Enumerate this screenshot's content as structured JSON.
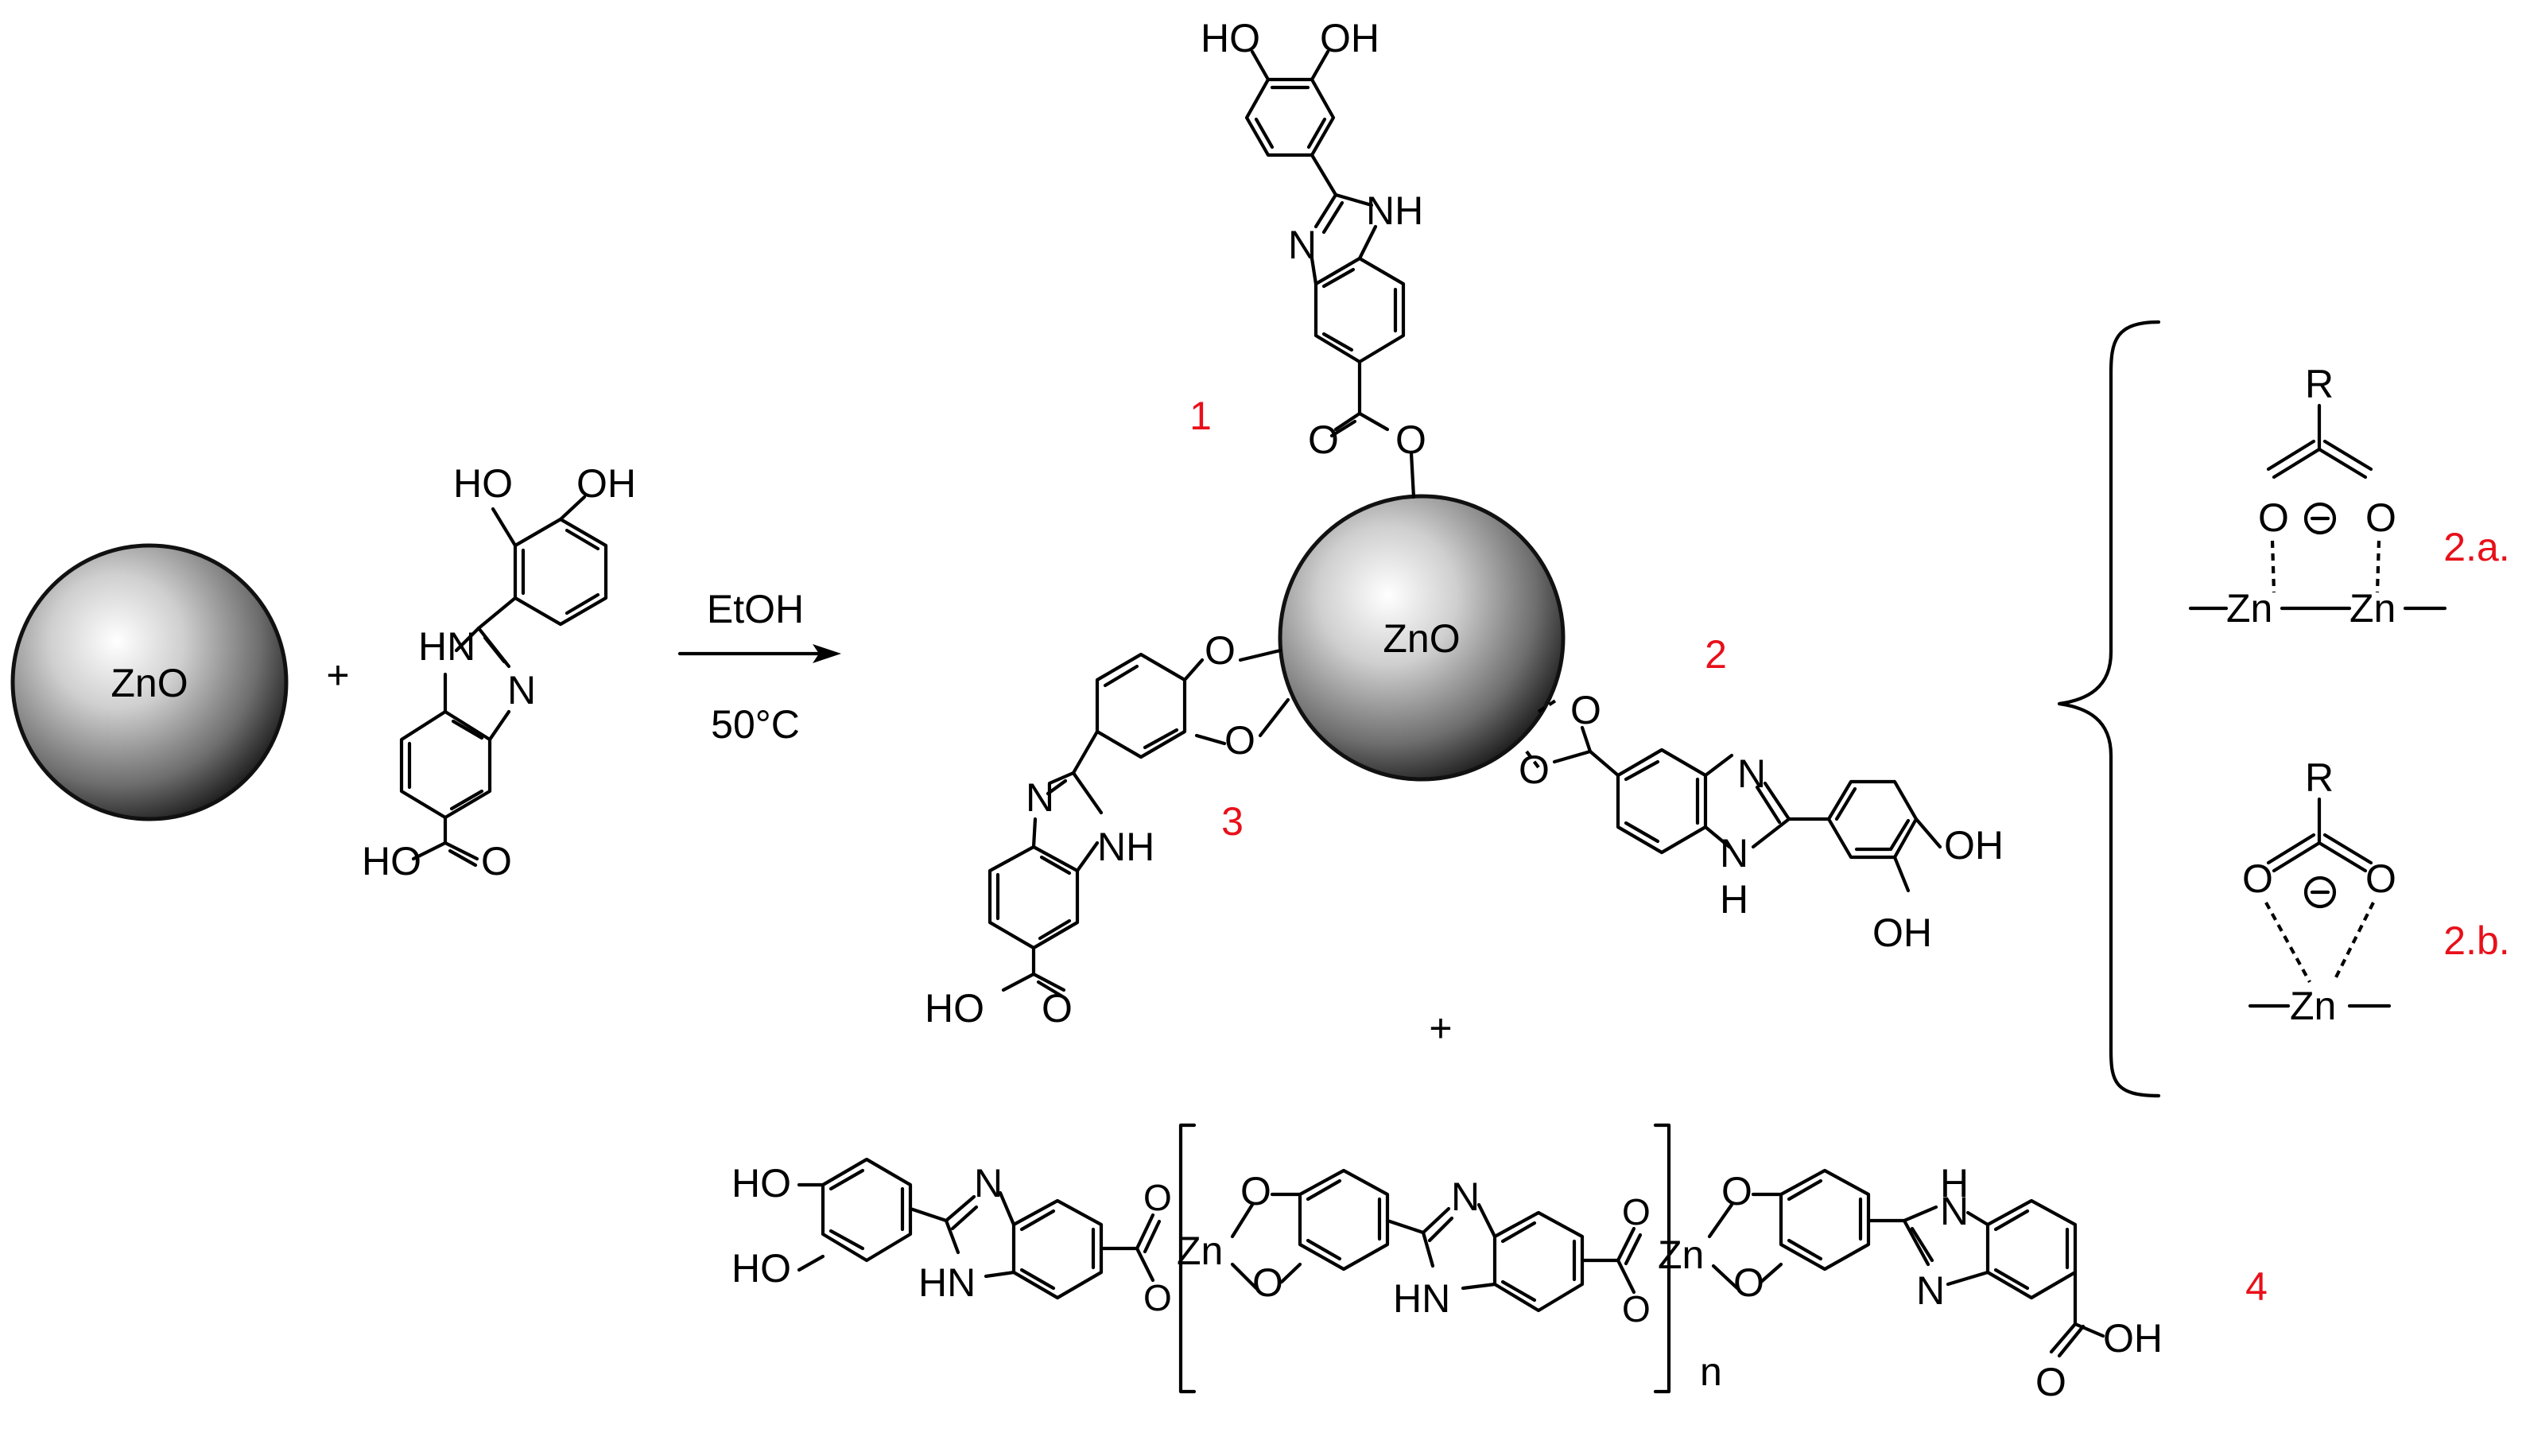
{
  "colors": {
    "label_red": "#e8101a",
    "ink": "#000000"
  },
  "reactants": {
    "particle_label": "ZnO",
    "plus": "+",
    "ligand_atoms": {
      "ho1": "HO",
      "oh1": "OH",
      "hn": "HN",
      "n": "N",
      "ho_acid": "HO",
      "o_acid": "O"
    }
  },
  "arrow": {
    "reagent": "EtOH",
    "temperature": "50°C"
  },
  "center": {
    "particle_label": "ZnO"
  },
  "labels": {
    "l1": "1",
    "l2": "2",
    "l3": "3",
    "l4": "4",
    "l2a": "2.a.",
    "l2b": "2.b."
  },
  "bracket_n": "n",
  "plus2": "+",
  "atoms": {
    "HO": "HO",
    "OH": "OH",
    "NH": "NH",
    "HN": "HN",
    "N": "N",
    "H": "H",
    "O": "O",
    "Zn": "Zn",
    "R": "R",
    "minus": "⊖"
  }
}
